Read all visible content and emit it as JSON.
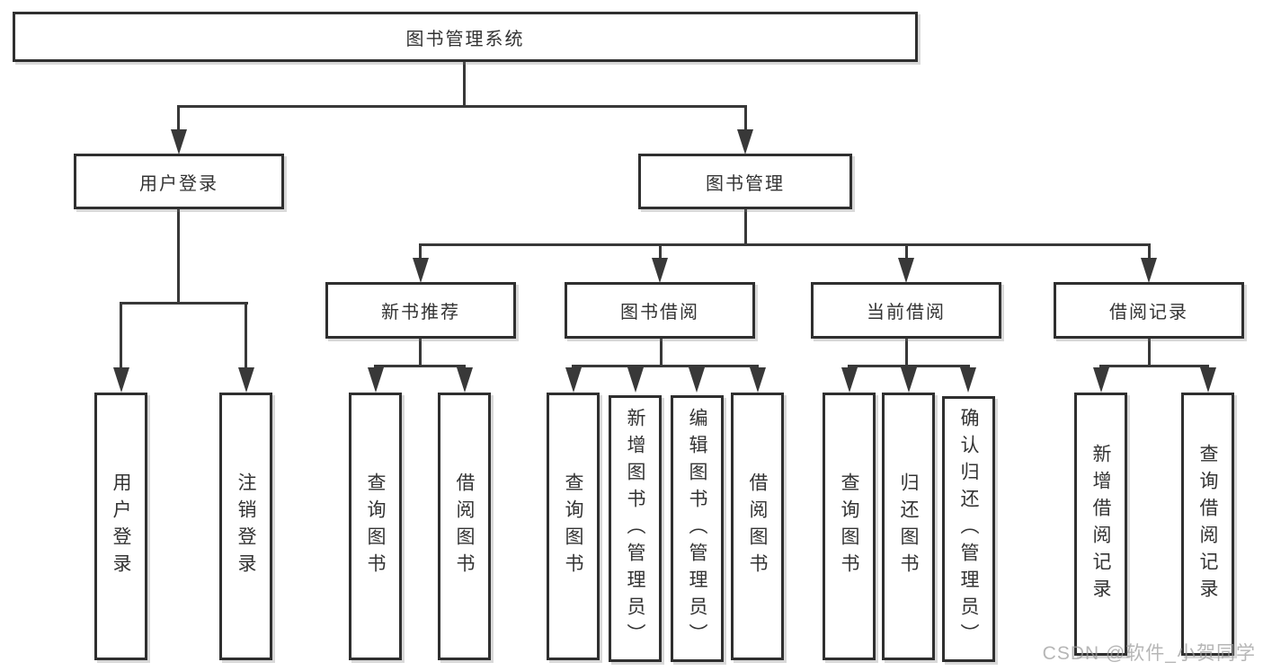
{
  "tree": {
    "label": "图书管理系统",
    "children": [
      {
        "label": "用户登录",
        "children": [
          {
            "label": "用户登录"
          },
          {
            "label": "注销登录"
          }
        ]
      },
      {
        "label": "图书管理",
        "children": [
          {
            "label": "新书推荐",
            "children": [
              {
                "label": "查询图书"
              },
              {
                "label": "借阅图书"
              }
            ]
          },
          {
            "label": "图书借阅",
            "children": [
              {
                "label": "查询图书"
              },
              {
                "label": "新增图书（管理员）"
              },
              {
                "label": "编辑图书（管理员）"
              },
              {
                "label": "借阅图书"
              }
            ]
          },
          {
            "label": "当前借阅",
            "children": [
              {
                "label": "查询图书"
              },
              {
                "label": "归还图书"
              },
              {
                "label": "确认归还（管理员）"
              }
            ]
          },
          {
            "label": "借阅记录",
            "children": [
              {
                "label": "新增借阅记录"
              },
              {
                "label": "查询借阅记录"
              }
            ]
          }
        ]
      }
    ]
  },
  "watermark": {
    "text": "CSDN @软件_小贺同学"
  },
  "colors": {
    "line": "#383838",
    "border": "#2f2f2f",
    "text": "#333333",
    "watermark": "#9e9e9e",
    "background": "#ffffff"
  }
}
